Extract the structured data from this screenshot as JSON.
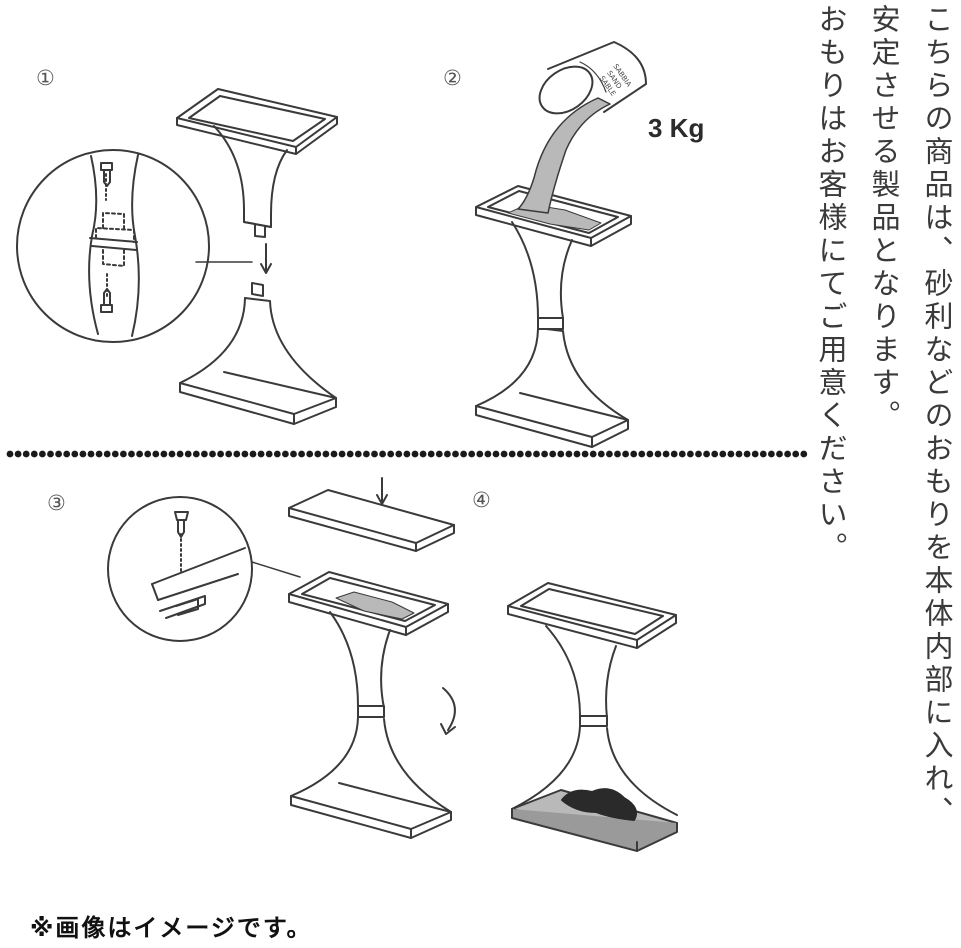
{
  "instructions": {
    "line1": "こちらの商品は、砂利などのおもりを本体内部に入れ、",
    "line2": "安定させる製品となります。",
    "line3": "おもりはお客様にてご用意ください。"
  },
  "steps": [
    "①",
    "②",
    "③",
    "④"
  ],
  "weight_label": "3 Kg",
  "bucket_label": {
    "line1": "SABBIA",
    "line2": "SAND",
    "line3": "SABLE"
  },
  "caption": "※画像はイメージです。",
  "colors": {
    "line": "#3a3a3a",
    "sand": "#b9b9b9",
    "dark_sand": "#2a2a2a",
    "divider_dots": "#1a1a1a"
  }
}
